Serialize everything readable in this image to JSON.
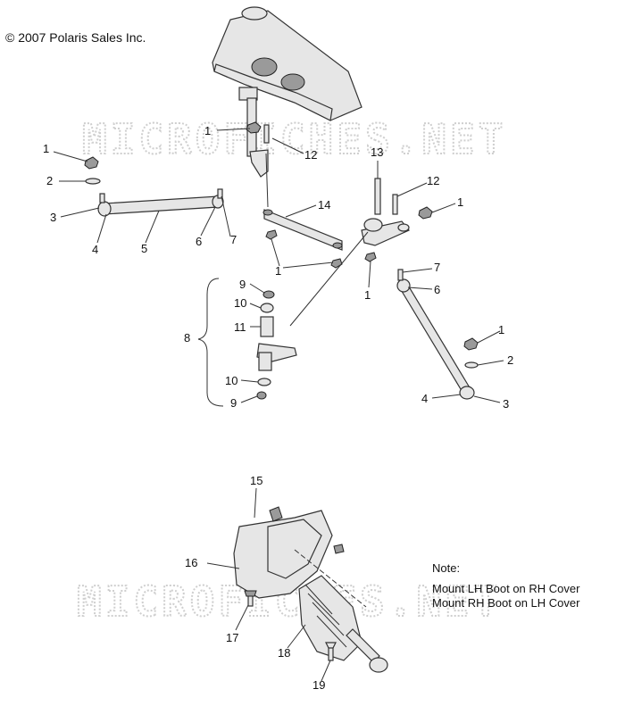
{
  "copyright": "© 2007 Polaris Sales Inc.",
  "watermark": "MICROFICHES.NET",
  "note": {
    "title": "Note:",
    "line1": "Mount LH Boot on RH Cover",
    "line2": "Mount RH Boot on LH Cover"
  },
  "callouts": {
    "c1a": "1",
    "c12a": "12",
    "c1b": "1",
    "c2a": "2",
    "c3a": "3",
    "c4a": "4",
    "c5": "5",
    "c6a": "6",
    "c7a": "7",
    "c14": "14",
    "c1c": "1",
    "c13": "13",
    "c12b": "12",
    "c1d": "1",
    "c1e": "1",
    "c7b": "7",
    "c6b": "6",
    "c9a": "9",
    "c10a": "10",
    "c11": "11",
    "c8": "8",
    "c10b": "10",
    "c9b": "9",
    "c1f": "1",
    "c2b": "2",
    "c4b": "4",
    "c3b": "3",
    "c15": "15",
    "c16": "16",
    "c17": "17",
    "c18": "18",
    "c19": "19"
  }
}
